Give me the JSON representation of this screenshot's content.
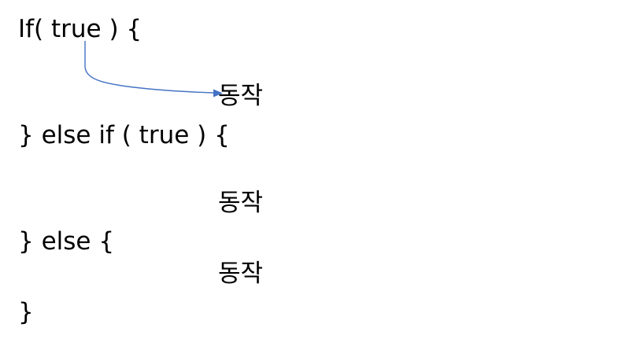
{
  "code": {
    "if_line": "If( true ) {",
    "action_1": "동작",
    "else_if_line": "} else if ( true ) {",
    "action_2": "동작",
    "else_line": "} else {",
    "action_3": "동작",
    "close_line": "}"
  },
  "colors": {
    "arrow": "#4472c4",
    "text": "#000000",
    "background": "#ffffff"
  }
}
